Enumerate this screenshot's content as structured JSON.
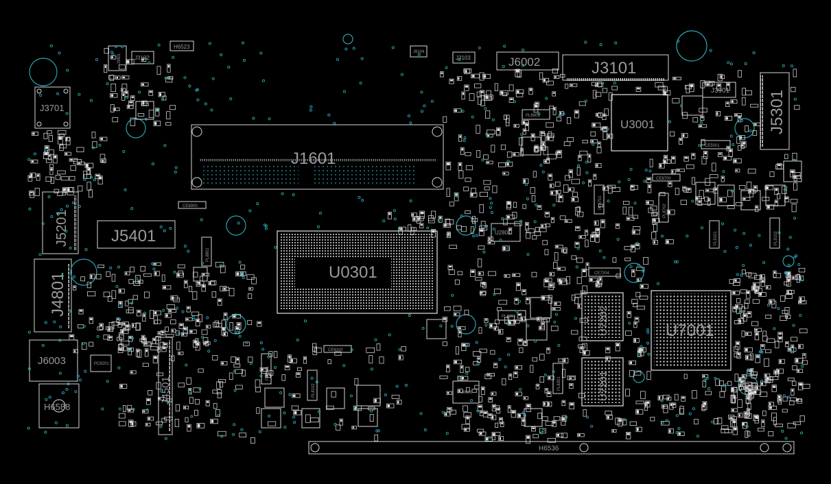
{
  "board": {
    "labels": {
      "J1601": "J1601",
      "U0301": "U0301",
      "J3101": "J3101",
      "U3001": "U3001",
      "J5301": "J5301",
      "J6002": "J6002",
      "J5401": "J5401",
      "J5201": "J5201",
      "J4801": "J4801",
      "J3701": "J3701",
      "J6003": "J6003",
      "H6588": "H6588",
      "J4501": "J4501",
      "U7001": "U7001",
      "U7202": "U7202",
      "U7201": "U7201",
      "H6536": "H6536",
      "J3801": "J3801",
      "J3102": "J3102",
      "H6523": "H6523",
      "J3103": "J3103",
      "J3901": "J3901",
      "U2801": "U2801",
      "PL8901": "PL8901",
      "PL8301": "PL8301",
      "CE7204": "CE7204",
      "CE8900": "CE8900",
      "CE8100": "CE8100",
      "CE8700": "CE8700",
      "CE5001": "CE5001",
      "PL9101": "PL9101",
      "PL9102": "PL9102",
      "PL8701": "PL8701",
      "PL8702": "PL8702",
      "PL8801": "PL8801",
      "PL8101": "PL8101",
      "PL8102": "PL8102",
      "PL8301b": "PL8301",
      "J9104": "J9104",
      "PC8201": "PC8201",
      "PU8001": "PU8001"
    }
  }
}
